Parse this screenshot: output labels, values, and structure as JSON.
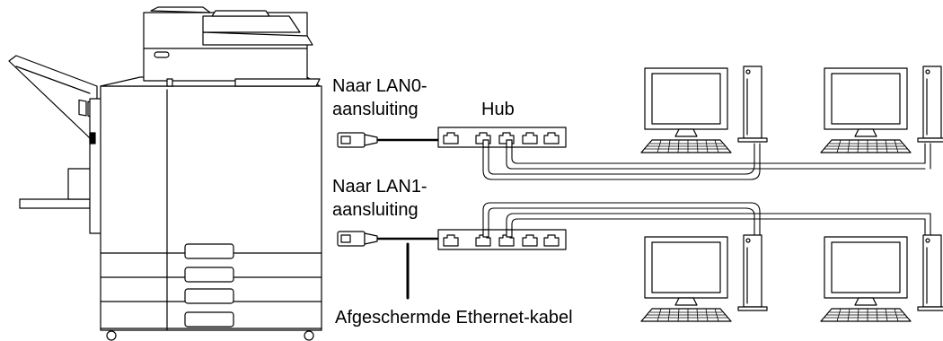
{
  "labels": {
    "lan0_line1": "Naar LAN0-",
    "lan0_line2": "aansluiting",
    "hub": "Hub",
    "lan1_line1": "Naar LAN1-",
    "lan1_line2": "aansluiting",
    "cable": "Afgeschermde Ethernet-kabel"
  },
  "components": {
    "printer": "printer-icon",
    "hubs": 2,
    "ports_per_hub": 5,
    "computers": 4,
    "connector": "rj45-plug-icon"
  }
}
